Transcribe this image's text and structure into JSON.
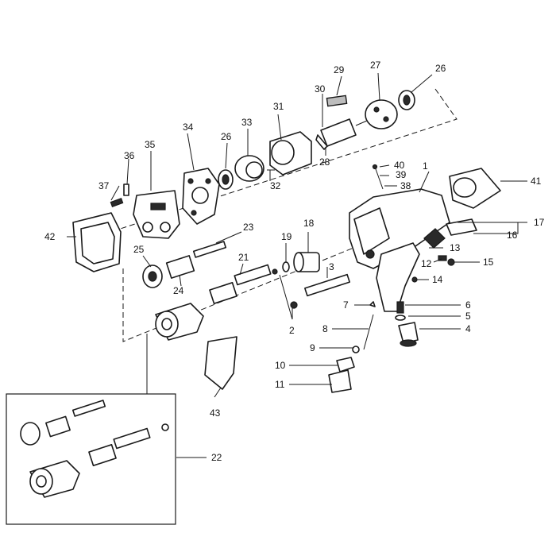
{
  "diagram": {
    "callouts": [
      "1",
      "2",
      "3",
      "4",
      "5",
      "6",
      "7",
      "8",
      "9",
      "10",
      "11",
      "12",
      "13",
      "14",
      "15",
      "16",
      "17",
      "18",
      "19",
      "21",
      "22",
      "23",
      "24",
      "25",
      "26",
      "26",
      "27",
      "28",
      "29",
      "30",
      "31",
      "32",
      "33",
      "34",
      "35",
      "36",
      "37",
      "38",
      "39",
      "40",
      "41",
      "42",
      "43"
    ]
  }
}
